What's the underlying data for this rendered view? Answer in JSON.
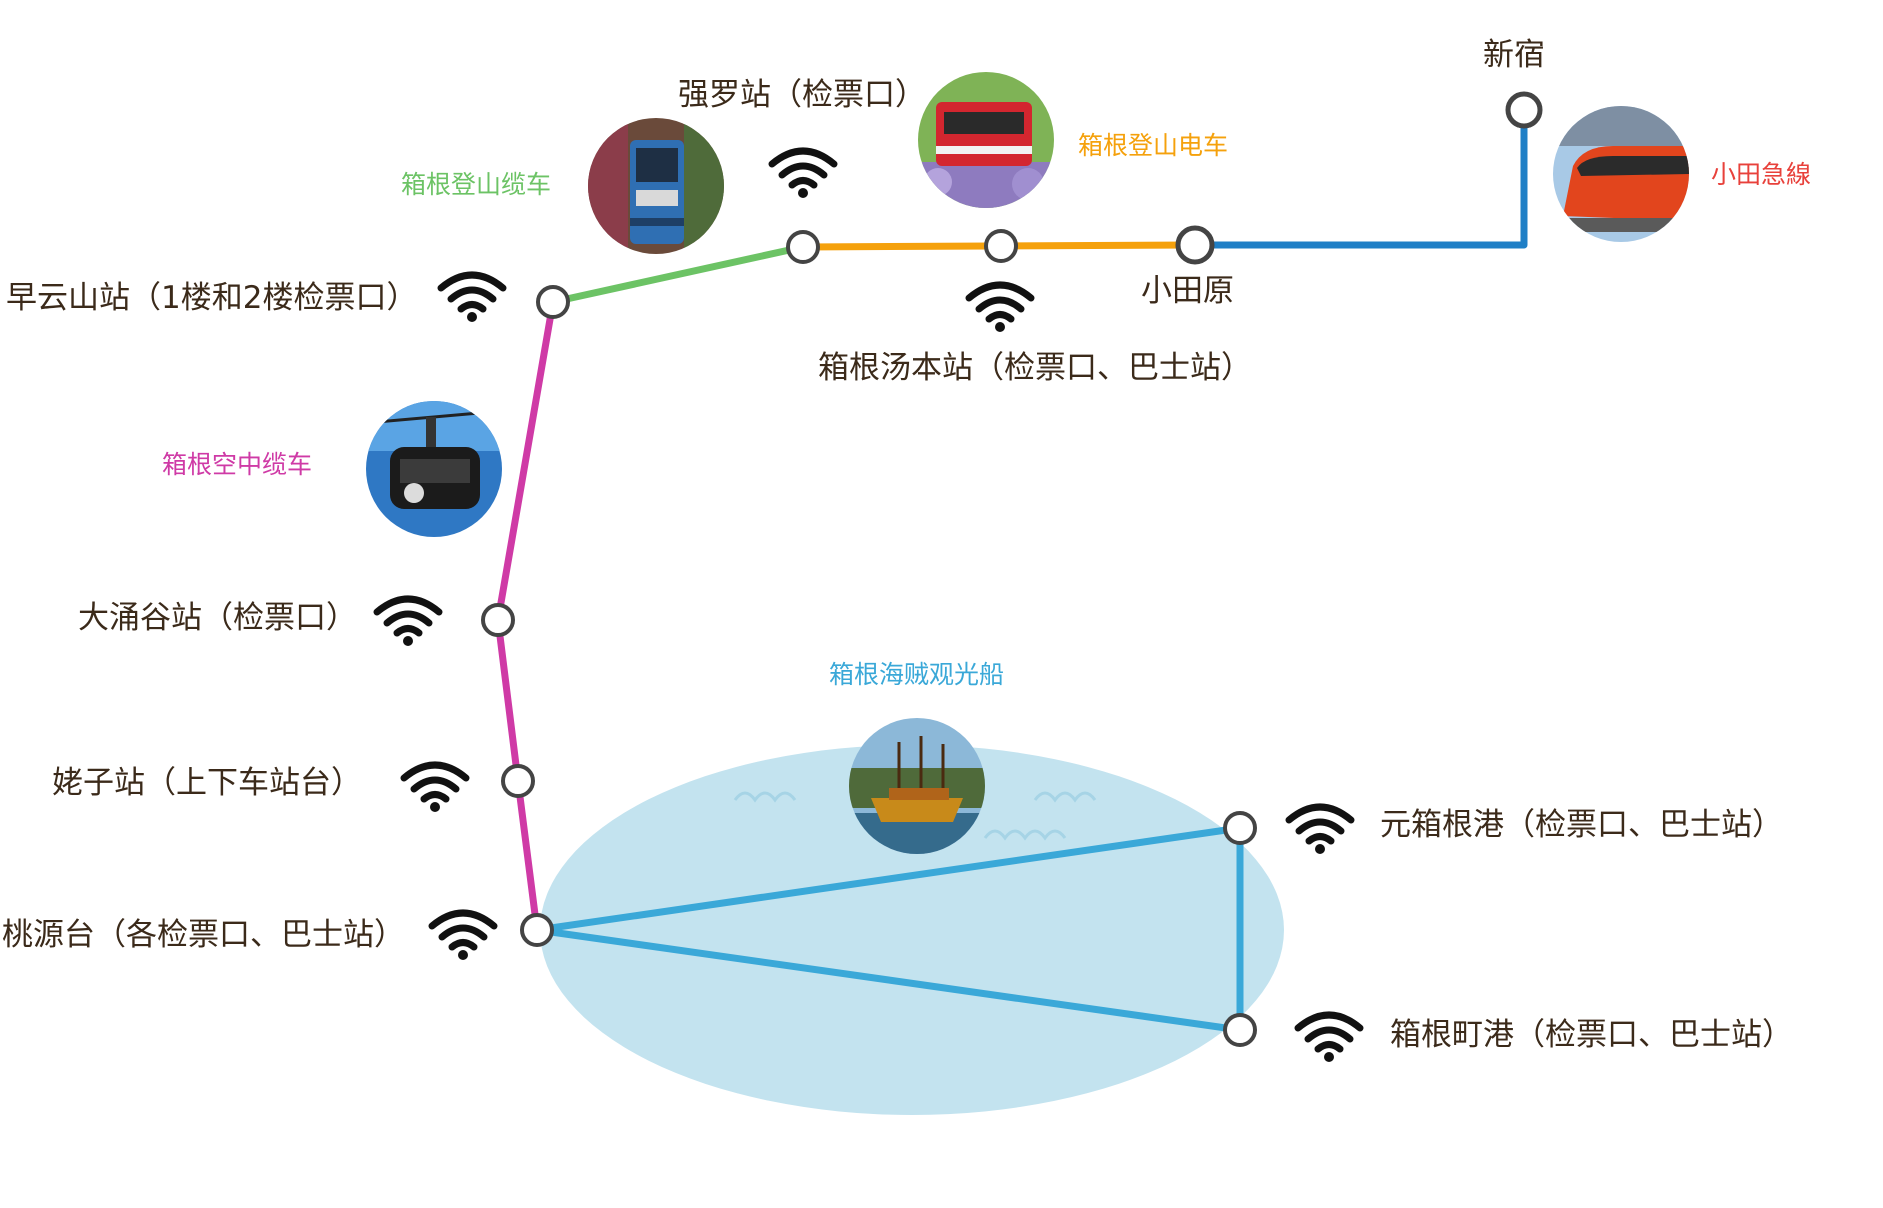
{
  "colors": {
    "green_line": "#6cc365",
    "orange_line": "#f5a10c",
    "blue_line": "#1f7fc6",
    "magenta_line": "#cf3aa6",
    "sea_line": "#3aa8d8",
    "lake": "#c3e3ef",
    "station_text": "#3b2a1a",
    "station_stroke": "#444444"
  },
  "lines": {
    "ropeway": {
      "label": "箱根空中缆车",
      "color": "#cf3aa6"
    },
    "cable_car": {
      "label": "箱根登山缆车",
      "color": "#6cc365"
    },
    "tozan_train": {
      "label": "箱根登山电车",
      "color": "#f5a10c"
    },
    "odakyu": {
      "label": "小田急線",
      "color": "#e8413b"
    },
    "pirate_ship": {
      "label": "箱根海贼观光船",
      "color": "#3aa8d8"
    }
  },
  "stations": {
    "shinjuku": "新宿",
    "odawara": "小田原",
    "hakone_yumoto": "箱根汤本站（检票口、巴士站）",
    "gora": "强罗站（检票口）",
    "sounzan": "早云山站（1楼和2楼检票口）",
    "owakudani": "大涌谷站（检票口）",
    "ubako": "姥子站（上下车站台）",
    "togendai": "桃源台（各检票口、巴士站）",
    "motohakone": "元箱根港（检票口、巴士站）",
    "hakonemachi": "箱根町港（检票口、巴士站）"
  },
  "icons": {
    "wifi": "wifi-icon",
    "cable_car_photo": "cable-car-photo",
    "tozan_train_photo": "tozan-train-photo",
    "odakyu_photo": "odakyu-romancecar-photo",
    "ropeway_photo": "ropeway-gondola-photo",
    "pirate_ship_photo": "pirate-ship-photo"
  }
}
